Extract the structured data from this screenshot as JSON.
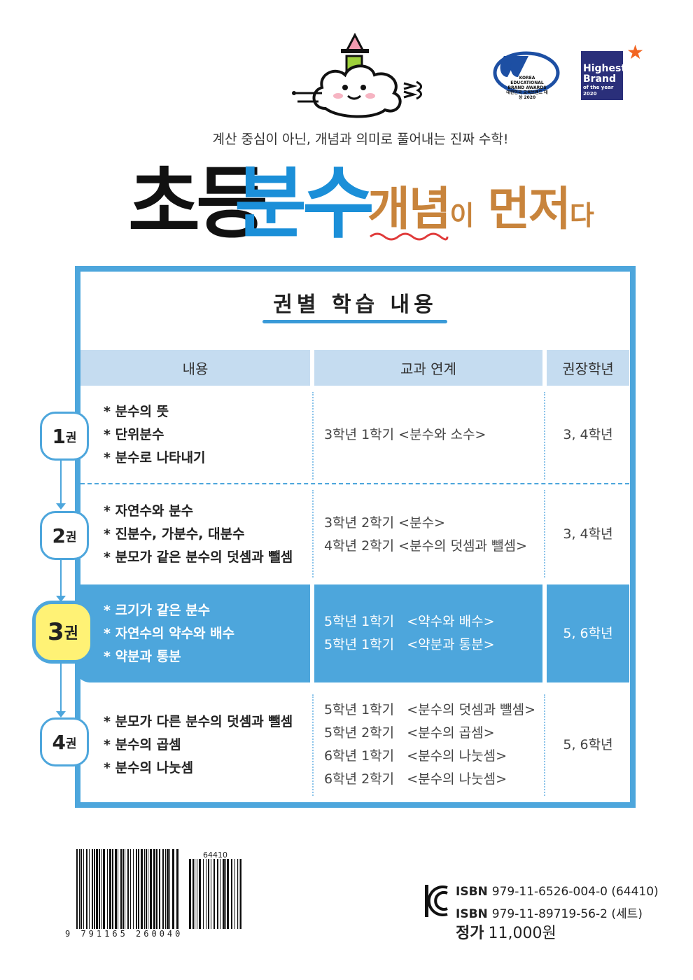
{
  "header": {
    "tagline": "계산 중심이 아닌, 개념과 의미로 풀어내는 진짜 수학!",
    "title_black": "초등",
    "title_blue": "분수",
    "title_brown_big1": "개념",
    "title_brown_small1": "이",
    "title_brown_big2": "먼저",
    "title_brown_small2": "다"
  },
  "awards": {
    "award1": "KOREA EDUCATIONAL BRAND AWARDS 대한민국 교육브랜드 대상 2020",
    "award2_line1": "Highest",
    "award2_line2": "Brand",
    "award2_line3": "of the year 2020"
  },
  "section": {
    "heading": "권별 학습 내용",
    "columns": [
      "내용",
      "교과 연계",
      "권장학년"
    ]
  },
  "rows": [
    {
      "badge_num": "1",
      "badge_unit": "권",
      "items": [
        "분수의 뜻",
        "단위분수",
        "분수로 나타내기"
      ],
      "courses": [
        "3학년 1학기  <분수와 소수>"
      ],
      "grade": "3, 4학년"
    },
    {
      "badge_num": "2",
      "badge_unit": "권",
      "items": [
        "자연수와 분수",
        "진분수, 가분수, 대분수",
        "분모가 같은 분수의 덧셈과 뺄셈"
      ],
      "courses": [
        "3학년 2학기  <분수>",
        "4학년 2학기  <분수의 덧셈과 뺄셈>"
      ],
      "grade": "3, 4학년"
    },
    {
      "badge_num": "3",
      "badge_unit": "권",
      "items": [
        "크기가 같은 분수",
        "자연수의 약수와 배수",
        "약분과 통분"
      ],
      "courses": [
        "5학년 1학기   <약수와 배수>",
        "5학년 1학기   <약분과 통분>"
      ],
      "grade": "5, 6학년",
      "highlight": true
    },
    {
      "badge_num": "4",
      "badge_unit": "권",
      "items": [
        "분모가 다른 분수의 덧셈과 뺄셈",
        "분수의 곱셈",
        "분수의 나눗셈"
      ],
      "courses": [
        "5학년 1학기   <분수의 덧셈과 뺄셈>",
        "5학년 2학기   <분수의 곱셈>",
        "6학년 1학기   <분수의 나눗셈>",
        "6학년 2학기   <분수의 나눗셈>"
      ],
      "grade": "5, 6학년"
    }
  ],
  "barcode": {
    "addon": "64410",
    "number": "9 791165 260040"
  },
  "footer": {
    "isbn_label": "ISBN",
    "isbn1": "979-11-6526-004-0 (64410)",
    "isbn2": "979-11-89719-56-2 (세트)",
    "price_label": "정가",
    "price": "11,000원"
  },
  "colors": {
    "blue": "#4da6dc",
    "header_bg": "#c5dcf0",
    "brown": "#c8843c",
    "yellow": "#fff275"
  }
}
